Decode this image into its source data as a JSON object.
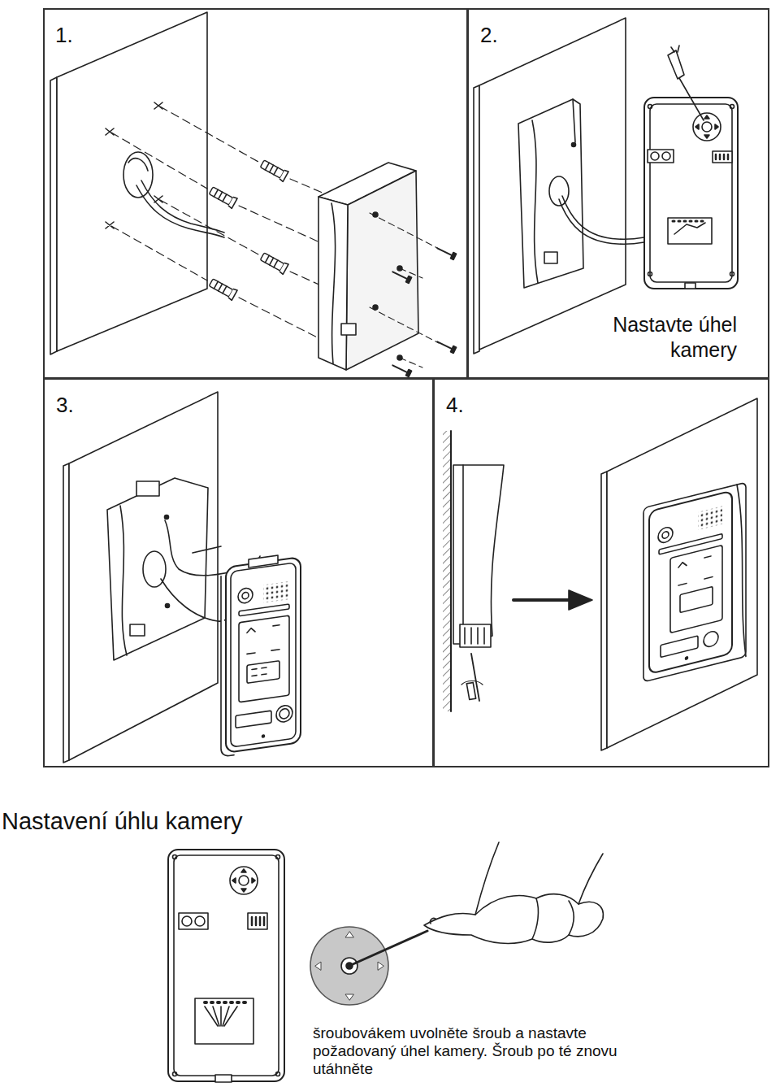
{
  "diagram": {
    "title": "Nastavení úhlu kamery",
    "nodes": [
      {
        "text": [
          "1."
        ]
      },
      {
        "text": [
          "2.",
          "Nastavte úhel kamery"
        ]
      },
      {
        "text": [
          "3."
        ]
      },
      {
        "text": [
          "4."
        ]
      }
    ],
    "labels": [
      "šroubovákem uvolněte šroub a nastavte požadovaný úhel kamery. Šroub po té znovu utáhněte"
    ]
  }
}
